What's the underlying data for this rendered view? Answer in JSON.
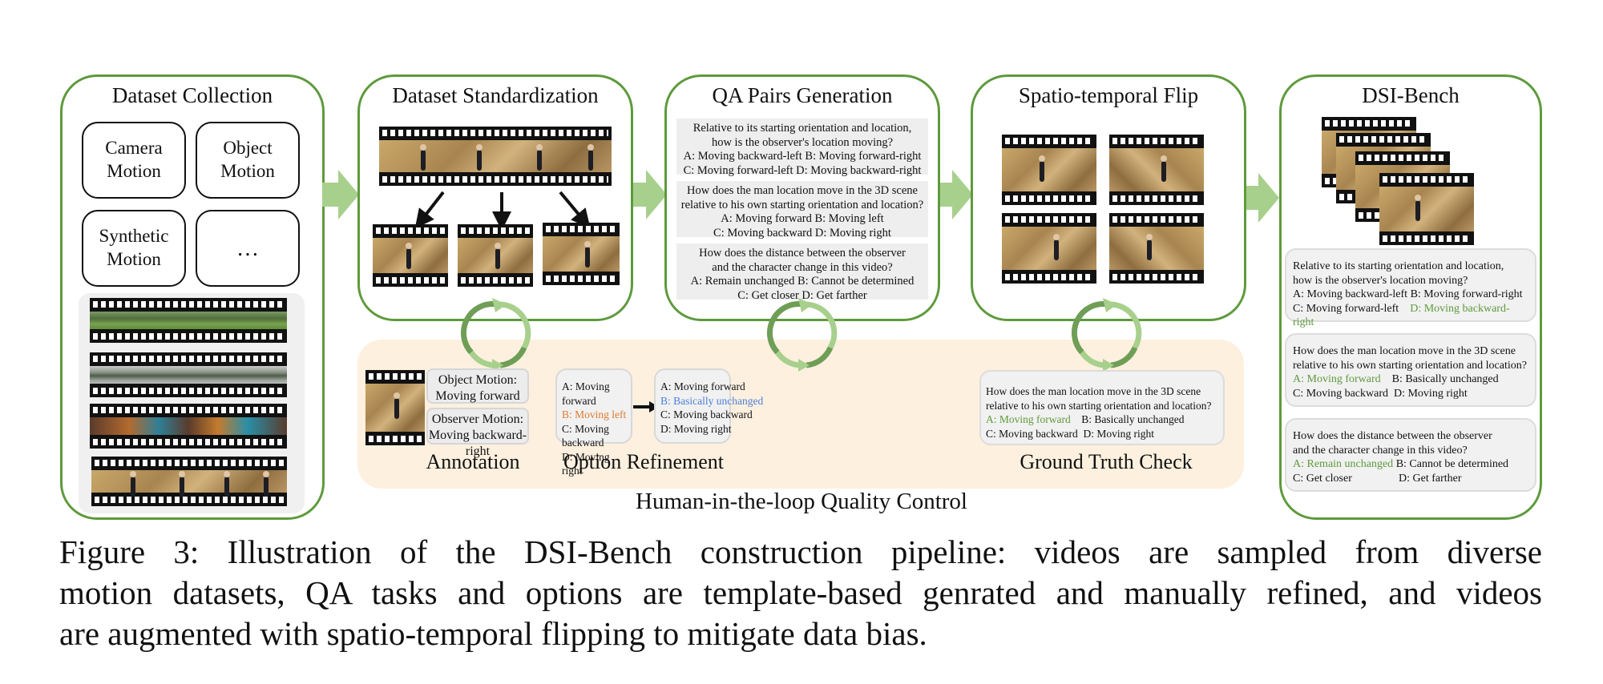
{
  "colors": {
    "panel_border": "#5e9a3c",
    "flow_arrow": "#a8d08d",
    "cycle_light": "#a8d08d",
    "cycle_dark": "#6f9e57",
    "hitl_background": "#fdf0df",
    "correct_option": "#5e9a3c",
    "wrong_option": "#e07b2d",
    "refined_option": "#4c7fd8"
  },
  "panels": {
    "collection": {
      "title": "Dataset Collection",
      "motion_types": [
        "Camera Motion",
        "Object Motion",
        "Synthetic Motion",
        "..."
      ],
      "video_strips": [
        "forest-riding-scene",
        "rainy-street-walk-scene",
        "synthetic-room-scene",
        "sepia-man-running-scene"
      ]
    },
    "standardization": {
      "title": "Dataset Standardization"
    },
    "qa_generation": {
      "title": "QA Pairs Generation",
      "questions": [
        {
          "lines": [
            "Relative to its starting orientation and location,",
            "how is the observer's location moving?"
          ],
          "options": [
            "A: Moving backward-left B: Moving forward-right",
            "C: Moving forward-left D: Moving backward-right"
          ]
        },
        {
          "lines": [
            "How does the man location move in the 3D scene",
            "relative to his own starting orientation and location?"
          ],
          "options": [
            "A: Moving forward B: Moving left",
            "C: Moving backward D: Moving right"
          ]
        },
        {
          "lines": [
            "How does the distance between the observer",
            "and the character change in this video?"
          ],
          "options": [
            "A: Remain unchanged B: Cannot be determined",
            "C: Get closer D: Get farther"
          ]
        }
      ]
    },
    "flip": {
      "title": "Spatio-temporal Flip"
    },
    "bench": {
      "title": "DSI-Bench",
      "cards": [
        {
          "lines": [
            "Relative to its starting orientation and location,",
            "how is the observer's location moving?"
          ],
          "a": "A: Moving backward-left",
          "b": "B: Moving forward-right",
          "c": "C: Moving forward-left",
          "d": "D: Moving backward-right",
          "correct": "d"
        },
        {
          "lines": [
            "How does the man location move in the 3D scene",
            "relative to his own starting orientation and location?"
          ],
          "a": "A: Moving forward",
          "b": "B: Basically unchanged",
          "c": "C: Moving backward",
          "d": "D: Moving right",
          "correct": "a"
        },
        {
          "lines": [
            "How does the distance between the observer",
            "and the character change in this video?"
          ],
          "a": "A: Remain unchanged",
          "b": "B: Cannot be determined",
          "c": "C: Get closer",
          "d": "D: Get farther",
          "correct": "a"
        }
      ]
    }
  },
  "hitl": {
    "title": "Human-in-the-loop Quality Control",
    "annotation": {
      "label": "Annotation",
      "object_motion": [
        "Object Motion:",
        "Moving forward"
      ],
      "observer_motion": [
        "Observer Motion:",
        "Moving backward-right"
      ]
    },
    "option_refinement": {
      "label": "Option Refinement",
      "before": [
        "A: Moving forward",
        "B: Moving left",
        "C: Moving backward",
        "D: Moving right"
      ],
      "after": [
        "A: Moving forward",
        "B: Basically unchanged",
        "C: Moving backward",
        "D: Moving right"
      ]
    },
    "ground_truth": {
      "label": "Ground Truth Check",
      "lines": [
        "How does the man location move in the 3D scene",
        "relative to his own starting orientation and location?"
      ],
      "a": "A: Moving forward",
      "b": "B: Basically unchanged",
      "c": "C: Moving backward",
      "d": "D: Moving right"
    }
  },
  "caption": {
    "lines": [
      "Figure 3:  Illustration of the DSI-Bench construction pipeline:  videos are sampled from diverse",
      "motion datasets, QA tasks and options are template-based genrated and manually refined, and videos",
      "are augmented with spatio-temporal flipping to mitigate data bias."
    ]
  }
}
